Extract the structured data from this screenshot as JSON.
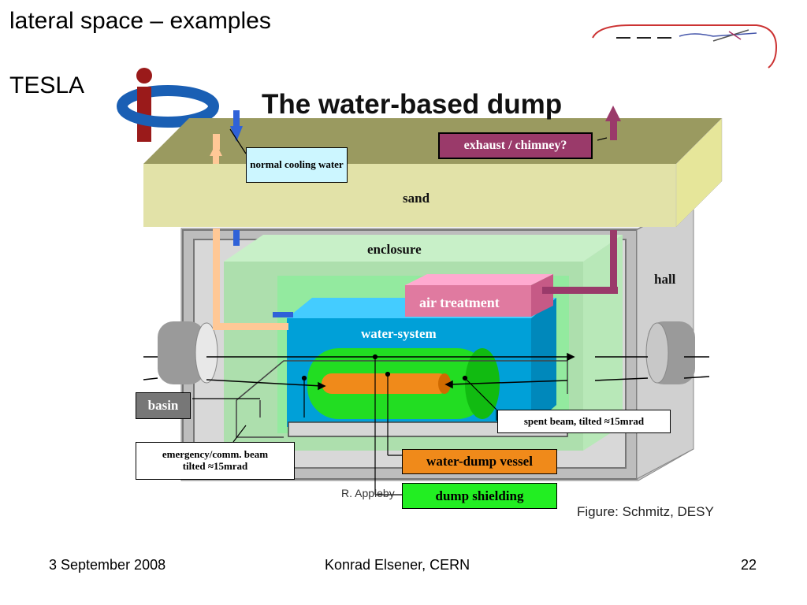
{
  "slide": {
    "title": "lateral space – examples",
    "subtitle": "TESLA"
  },
  "diagram": {
    "title": "The water-based dump",
    "labels": {
      "sand": "sand",
      "enclosure": "enclosure",
      "hall": "hall",
      "water_system": "water-system",
      "air_treatment": "air treatment",
      "normal_cooling_water": "normal cooling water",
      "exhaust_chimney": "exhaust / chimney?",
      "basin": "basin",
      "spent_beam": "spent beam, tilted ≈15mrad",
      "emergency_beam": "emergency/comm. beam tilted ≈15mrad",
      "water_dump_vessel": "water-dump vessel",
      "dump_shielding": "dump shielding"
    },
    "credit_appleby": "R. Appleby",
    "credit_figure": "Figure: Schmitz, DESY"
  },
  "footer": {
    "date": "3 September 2008",
    "author": "Konrad Elsener, CERN",
    "page": "22"
  },
  "colors": {
    "sand_top": "#9a9a60",
    "sand_front": "#e2e2a8",
    "hall_grey": "#b8b8b8",
    "enclosure_green": "#a8e0a8",
    "water_blue": "#00a0d8",
    "air_pink": "#e07aa0",
    "shielding_green": "#22dd22",
    "vessel_orange": "#f08a1a",
    "exhaust_purple": "#9a3a6a"
  }
}
